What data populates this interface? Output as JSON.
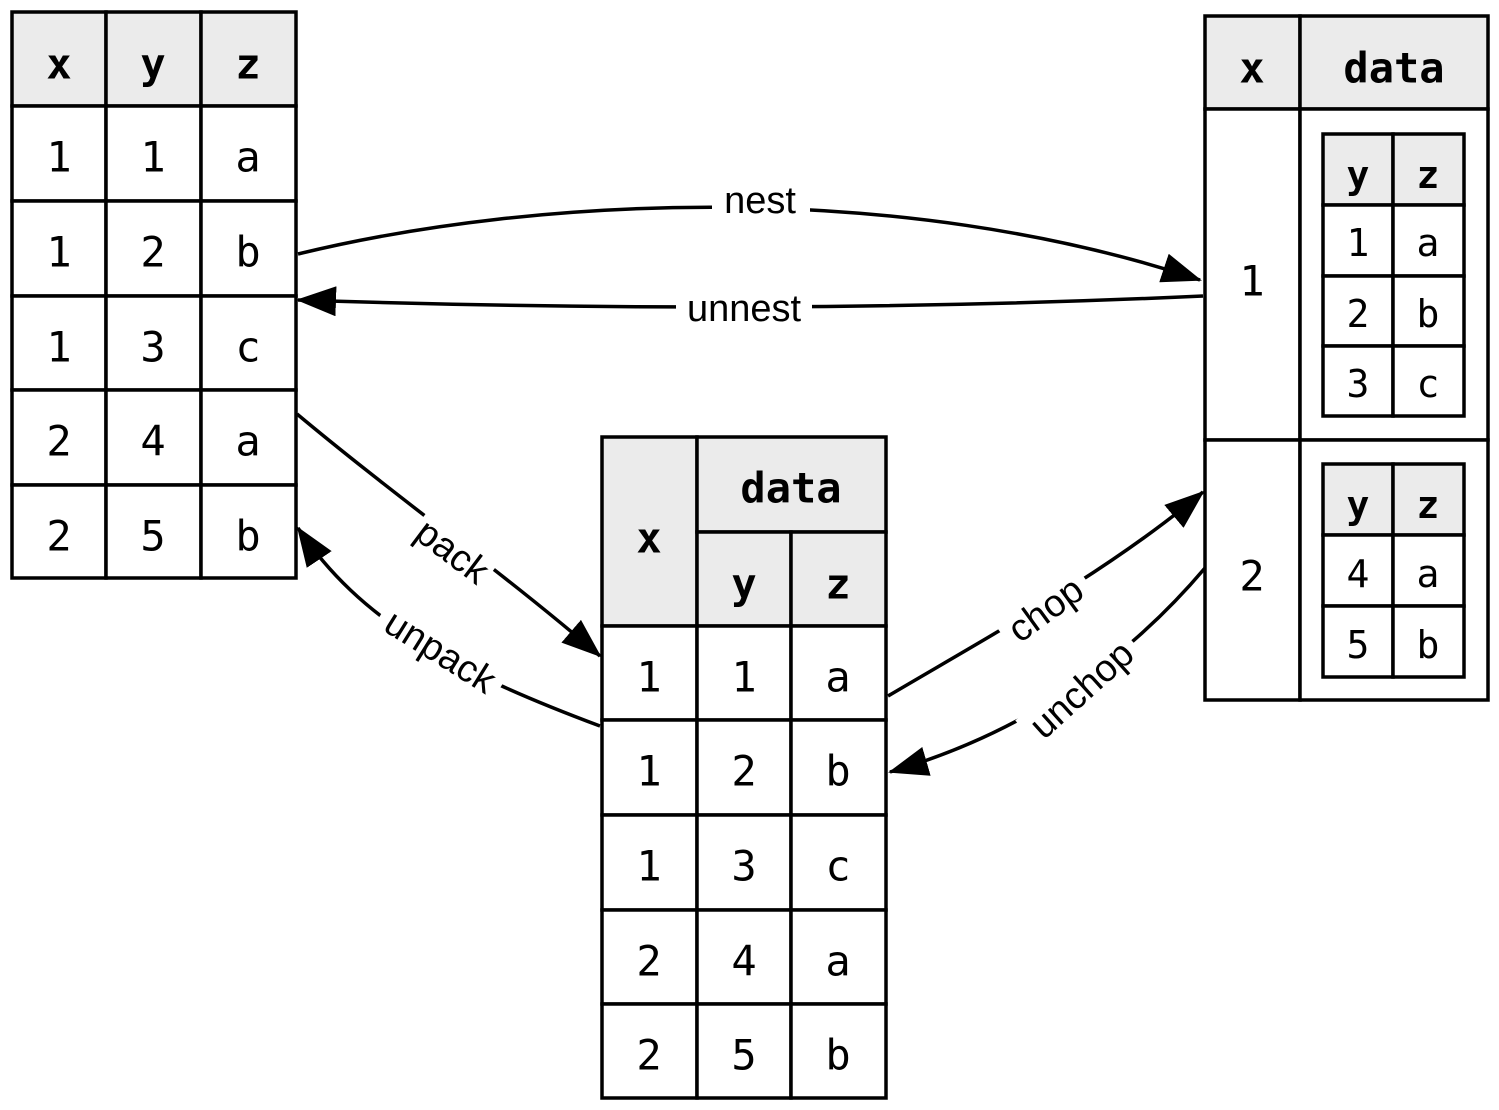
{
  "long_table": {
    "headers": [
      "x",
      "y",
      "z"
    ],
    "rows": [
      [
        "1",
        "1",
        "a"
      ],
      [
        "1",
        "2",
        "b"
      ],
      [
        "1",
        "3",
        "c"
      ],
      [
        "2",
        "4",
        "a"
      ],
      [
        "2",
        "5",
        "b"
      ]
    ]
  },
  "packed_table": {
    "x_header": "x",
    "data_header": "data",
    "sub_headers": [
      "y",
      "z"
    ],
    "rows": [
      [
        "1",
        "1",
        "a"
      ],
      [
        "1",
        "2",
        "b"
      ],
      [
        "1",
        "3",
        "c"
      ],
      [
        "2",
        "4",
        "a"
      ],
      [
        "2",
        "5",
        "b"
      ]
    ]
  },
  "nested_table": {
    "headers": [
      "x",
      "data"
    ],
    "groups": [
      {
        "x": "1",
        "inner_headers": [
          "y",
          "z"
        ],
        "rows": [
          [
            "1",
            "a"
          ],
          [
            "2",
            "b"
          ],
          [
            "3",
            "c"
          ]
        ]
      },
      {
        "x": "2",
        "inner_headers": [
          "y",
          "z"
        ],
        "rows": [
          [
            "4",
            "a"
          ],
          [
            "5",
            "b"
          ]
        ]
      }
    ]
  },
  "edges": {
    "nest": "nest",
    "unnest": "unnest",
    "pack": "pack",
    "unpack": "unpack",
    "chop": "chop",
    "unchop": "unchop"
  }
}
